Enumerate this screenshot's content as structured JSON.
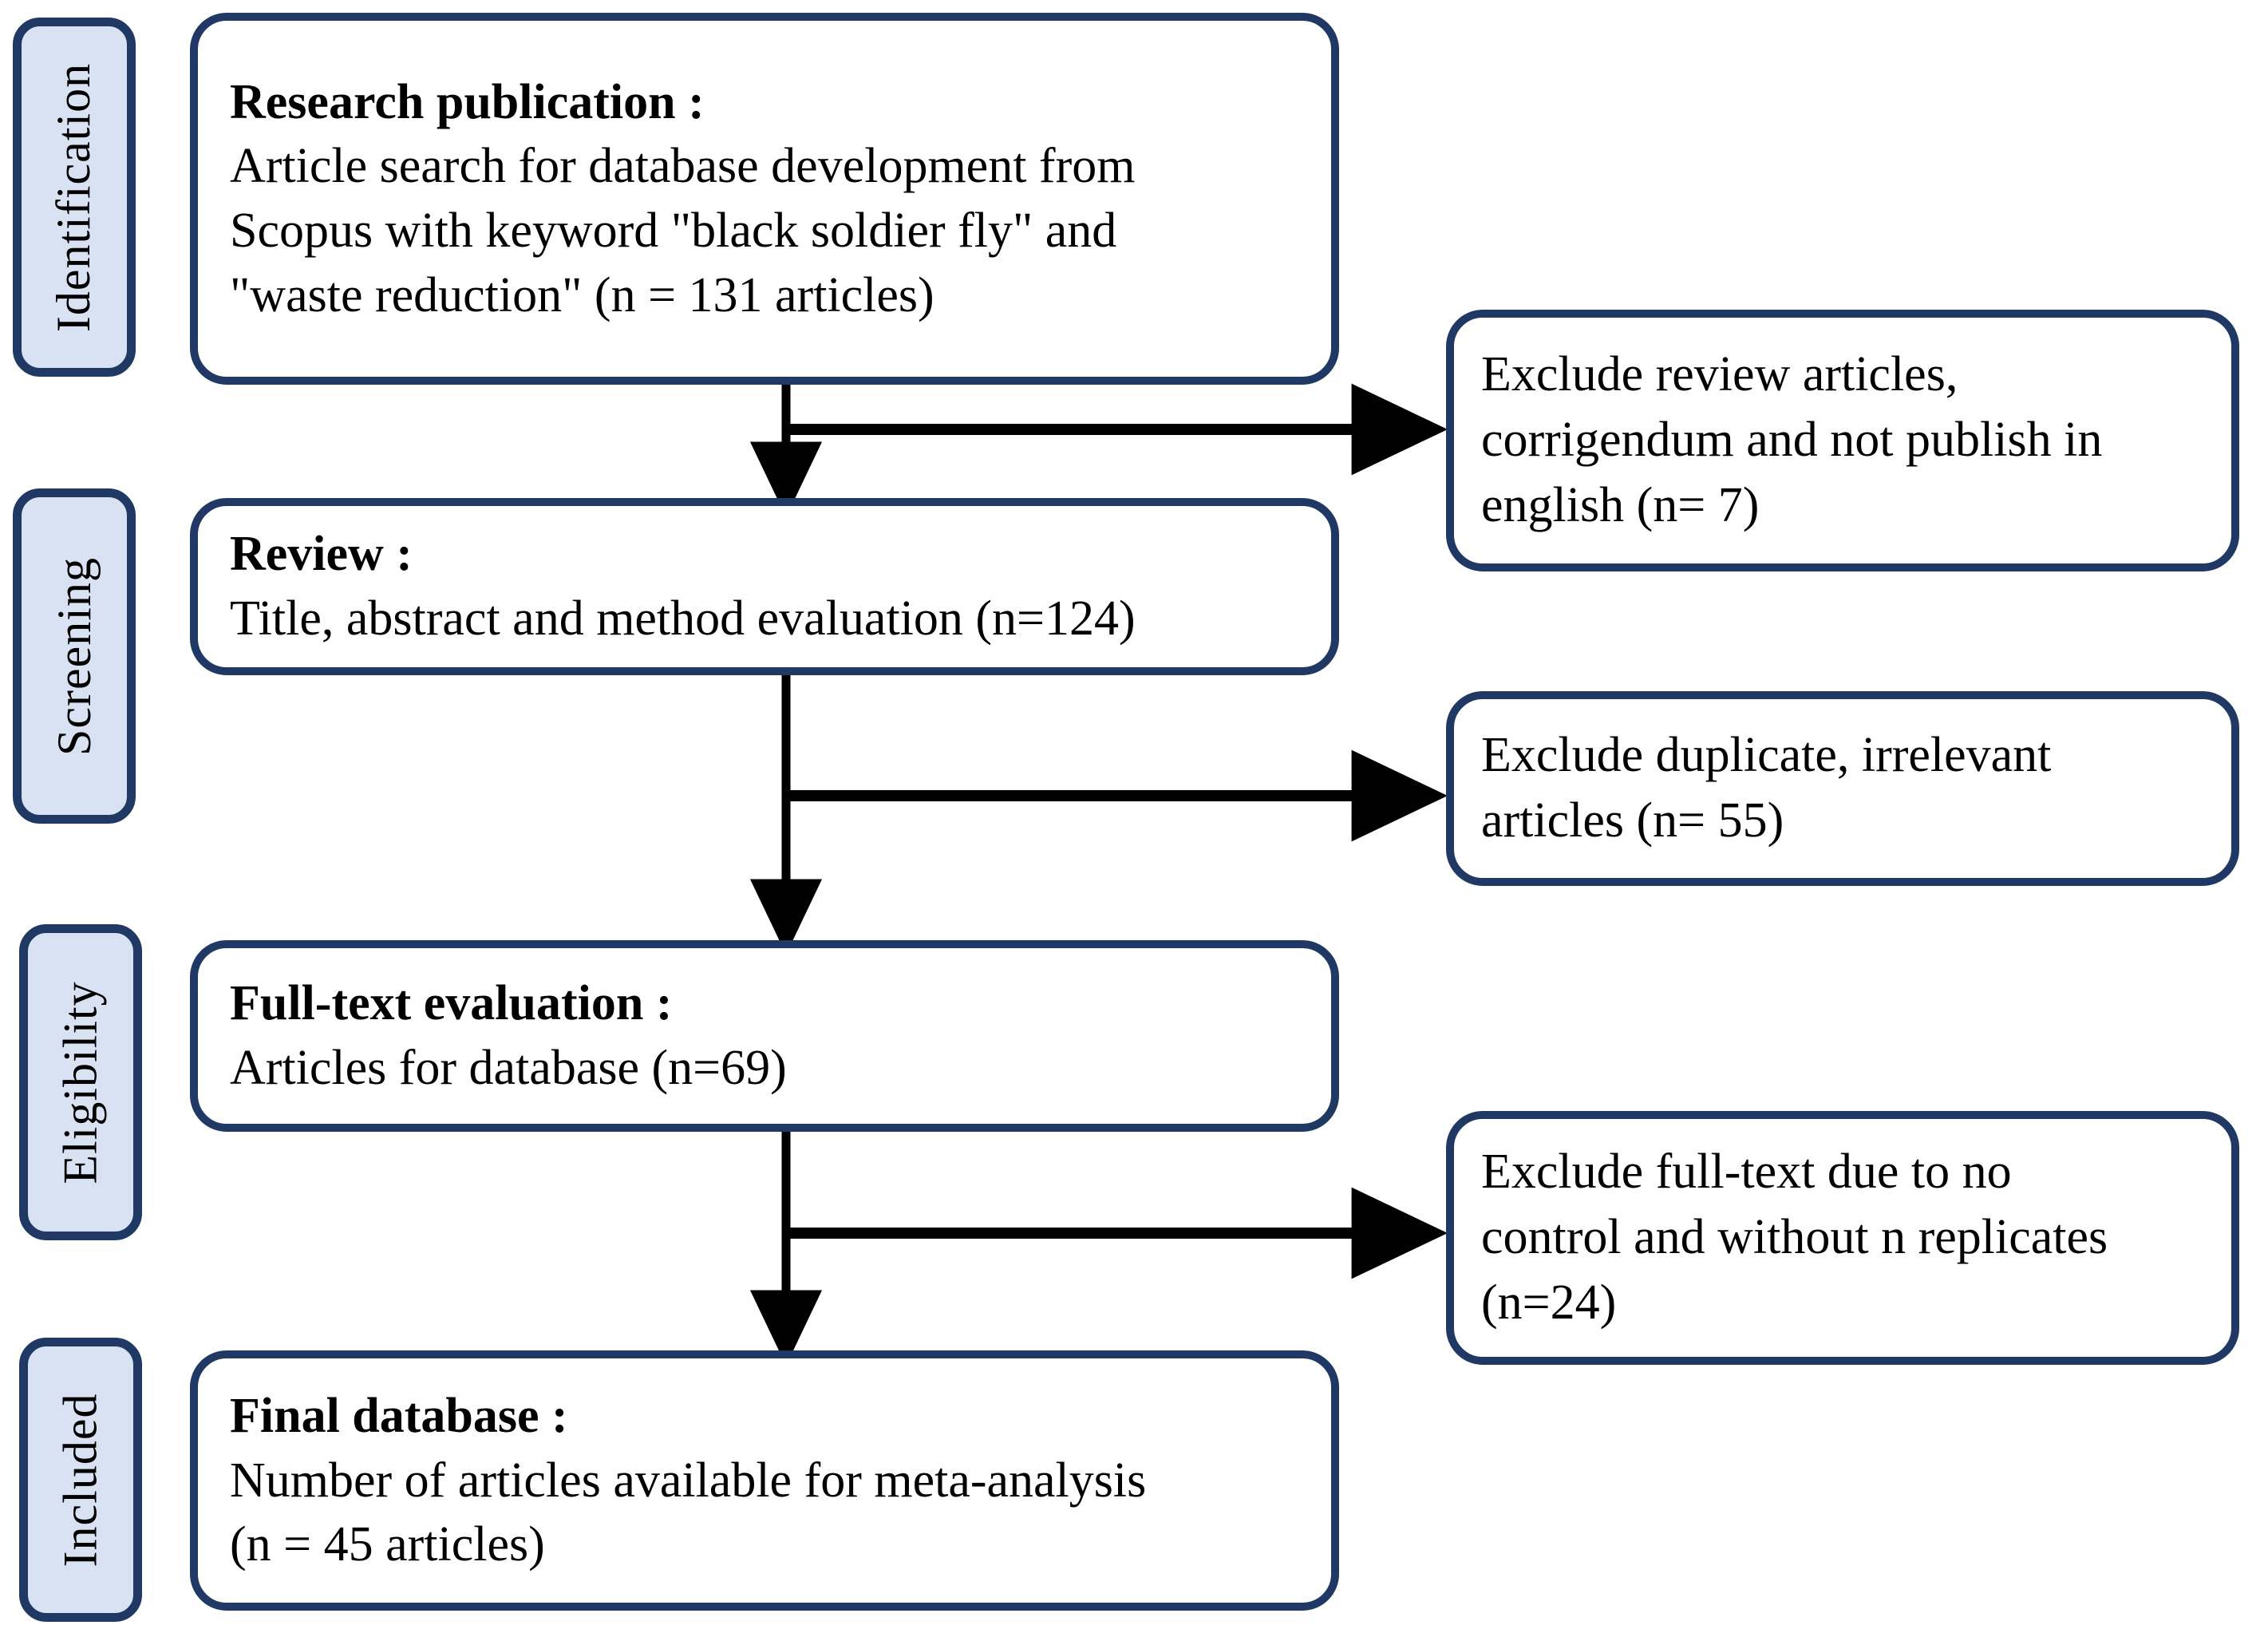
{
  "diagram": {
    "title": "PRISMA article selection flow diagram",
    "colors": {
      "border": "#1f3864",
      "chip_fill": "#d9e2f3",
      "box_fill": "#ffffff",
      "arrow": "#000000",
      "text": "#000000"
    }
  },
  "stages": [
    {
      "id": "identification",
      "label": "Identification"
    },
    {
      "id": "screening",
      "label": "Screening"
    },
    {
      "id": "eligibility",
      "label": "Eligibility"
    },
    {
      "id": "included",
      "label": "Included"
    }
  ],
  "flow_boxes": [
    {
      "id": "research-publication",
      "title": "Research publication :",
      "lines": [
        "Article  search for database development  from",
        "Scopus with keyword \"black soldier fly\" and",
        "\"waste reduction\" (n = 131 articles)"
      ],
      "count": 131
    },
    {
      "id": "review",
      "title": "Review :",
      "lines": [
        "Title, abstract and method evaluation (n=124)"
      ],
      "count": 124
    },
    {
      "id": "full-text-evaluation",
      "title": "Full-text evaluation :",
      "lines": [
        "Articles  for database (n=69)"
      ],
      "count": 69
    },
    {
      "id": "final-database",
      "title": "Final database :",
      "lines": [
        "Number of articles  available  for meta-analysis",
        "(n = 45 articles)"
      ],
      "count": 45
    }
  ],
  "exclusion_boxes": [
    {
      "id": "exclude-review",
      "lines": [
        "Exclude  review articles,",
        "corrigendum  and not publish  in",
        "english  (n= 7)"
      ],
      "count": 7
    },
    {
      "id": "exclude-duplicate",
      "lines": [
        "Exclude duplicate, irrelevant",
        "articles  (n= 55)"
      ],
      "count": 55
    },
    {
      "id": "exclude-fulltext",
      "lines": [
        "Exclude  full-text due to no",
        "control and without n replicates",
        "(n=24)"
      ],
      "count": 24
    }
  ]
}
